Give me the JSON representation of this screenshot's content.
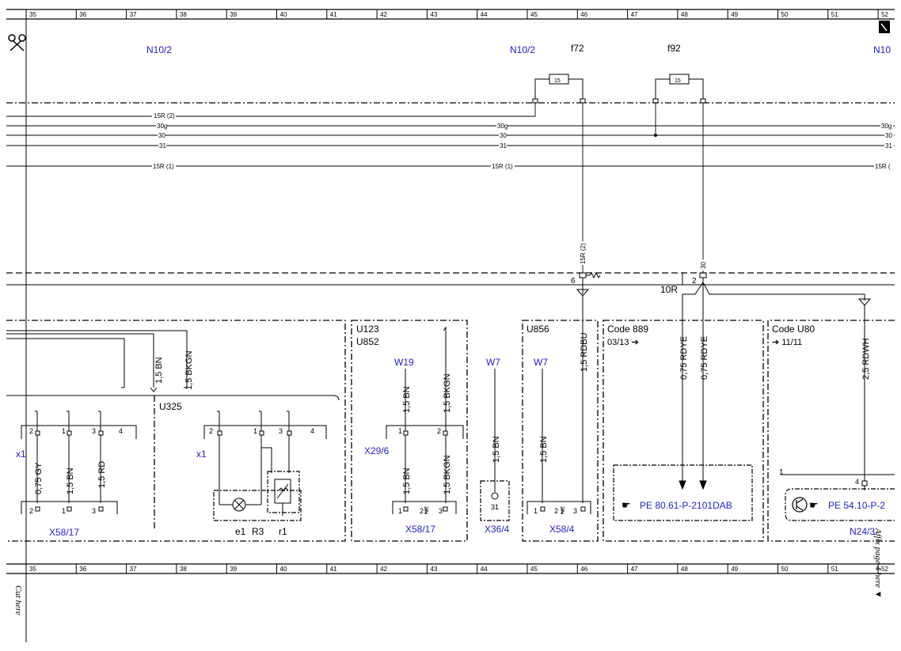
{
  "grid_numbers": [
    "35",
    "36",
    "37",
    "38",
    "39",
    "40",
    "41",
    "42",
    "43",
    "44",
    "45",
    "46",
    "47",
    "48",
    "49",
    "50",
    "51",
    "52"
  ],
  "colors": {
    "link": "#2222cc",
    "line": "#000000"
  },
  "icons": [
    "scissors-icon",
    "corner-tab-icon",
    "pointer-hand-icon",
    "transistor-symbol-icon",
    "lamp-symbol-icon"
  ],
  "top_labels": {
    "n10_2_left": "N10/2",
    "n10_2_mid": "N10/2",
    "f72": "f72",
    "f92": "f92",
    "n10_right": "N10"
  },
  "fuses": {
    "f72_value": "15",
    "f92_value": "15"
  },
  "bus": {
    "r15_2_left": "15R (2)",
    "g30g_left": "30g",
    "g30g_mid": "30g",
    "g30g_right": "30g",
    "g30_left": "30",
    "g30_mid": "30",
    "g30_right": "30",
    "g31_left": "31",
    "g31_mid": "31",
    "g31_right": "31",
    "r15_1_left": "15R (1)",
    "r15_1_mid": "15R (1)",
    "r15_1_right": "15R ("
  },
  "mid": {
    "w15r2": "15R (2)",
    "w30": "30",
    "pin6": "6",
    "pin2": "2",
    "r10": "10R"
  },
  "boxes": {
    "u123": "U123",
    "u852": "U852",
    "u856": "U856",
    "code889": "Code 889",
    "code889_ref": "03/13 ➔",
    "codeu80": "Code U80",
    "codeu80_ref": "➔ 11/11",
    "u325": "U325"
  },
  "wires": {
    "bn15": "1,5 BN",
    "bkgn15": "1,5 BKGN",
    "rdbu15": "1,5 RDBU",
    "rdye075": "0,75 RDYE",
    "rdwh25": "2,5 RDWH",
    "gy075": "0,75 GY",
    "rd15": "1,5 RD"
  },
  "grounds": {
    "w19": "W19",
    "w7a": "W7",
    "w7b": "W7"
  },
  "connectors": {
    "x1": "x1",
    "x29_6": "X29/6",
    "x58_17": "X58/17",
    "x36_4": "X36/4",
    "x58_4": "X58/4",
    "nc": "NC",
    "pin1": "1",
    "pin2": "2",
    "pin3": "3",
    "pin4": "4",
    "pin31": "31"
  },
  "components": {
    "e1": "e1",
    "r3": "R3",
    "r1": "r1",
    "n24_3": "N24/3"
  },
  "refs": {
    "pe80": "PE 80.61-P-2101DAB",
    "pe54": "PE 54.10-P-2"
  },
  "margin": {
    "cut_here": "Cut here",
    "affix_page": "Affix page 4 here ▼"
  }
}
